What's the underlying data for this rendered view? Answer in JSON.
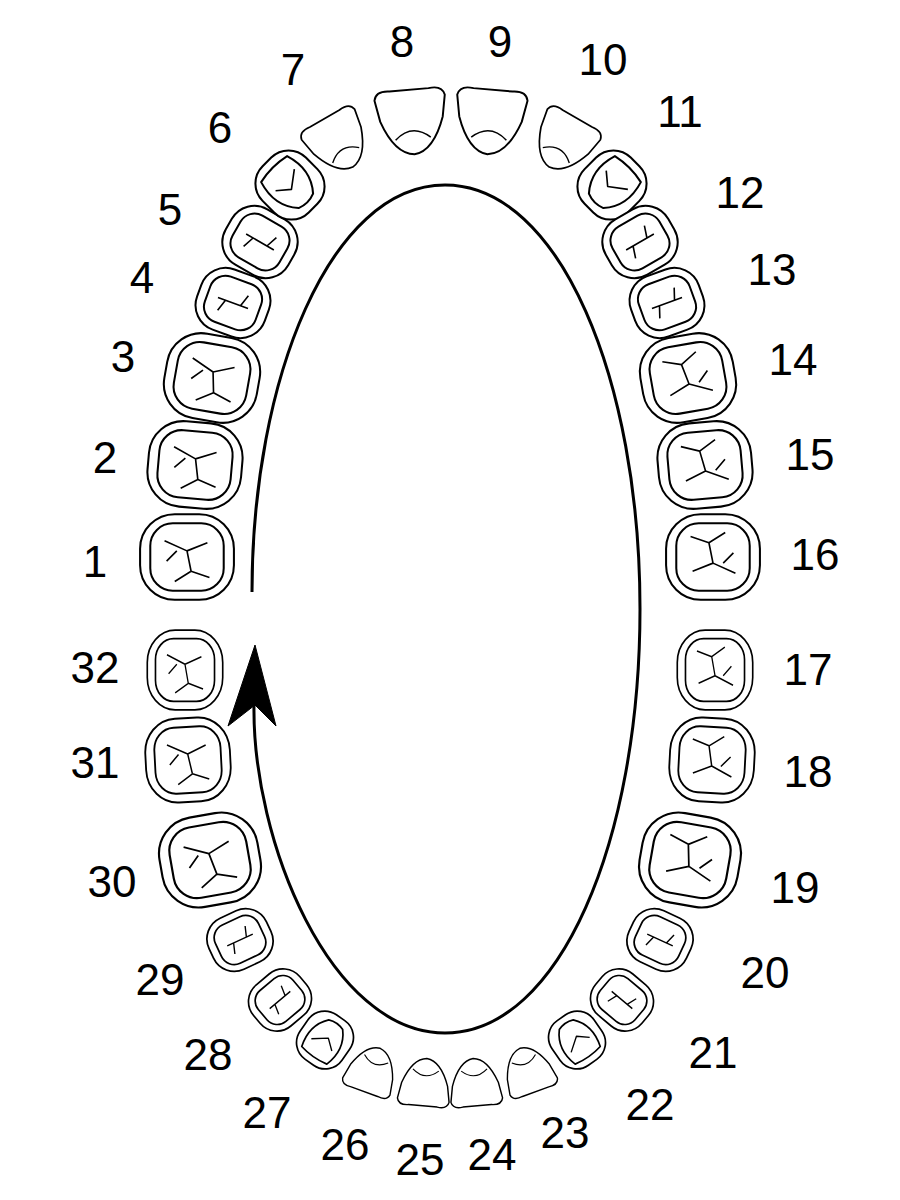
{
  "diagram": {
    "labels": [
      "1",
      "2",
      "3",
      "4",
      "5",
      "6",
      "7",
      "8",
      "9",
      "10",
      "11",
      "12",
      "13",
      "14",
      "15",
      "16",
      "17",
      "18",
      "19",
      "20",
      "21",
      "22",
      "23",
      "24",
      "25",
      "26",
      "27",
      "28",
      "29",
      "30",
      "31",
      "32"
    ]
  }
}
